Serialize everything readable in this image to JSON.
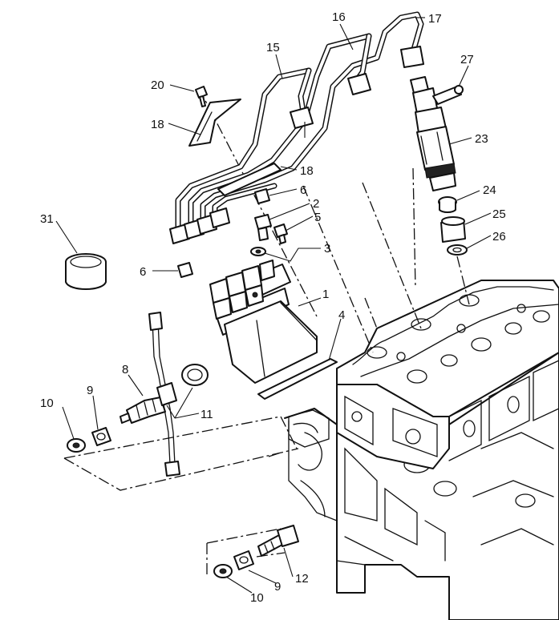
{
  "diagram": {
    "callouts": {
      "c1": "1",
      "c2": "2",
      "c3": "3",
      "c4": "4",
      "c5": "5",
      "c6a": "6",
      "c6b": "6",
      "c8": "8",
      "c9a": "9",
      "c9b": "9",
      "c10a": "10",
      "c10b": "10",
      "c11": "11",
      "c12": "12",
      "c15": "15",
      "c16": "16",
      "c17": "17",
      "c18a": "18",
      "c18b": "18",
      "c20": "20",
      "c23": "23",
      "c24": "24",
      "c25": "25",
      "c26": "26",
      "c27": "27",
      "c31": "31"
    }
  }
}
